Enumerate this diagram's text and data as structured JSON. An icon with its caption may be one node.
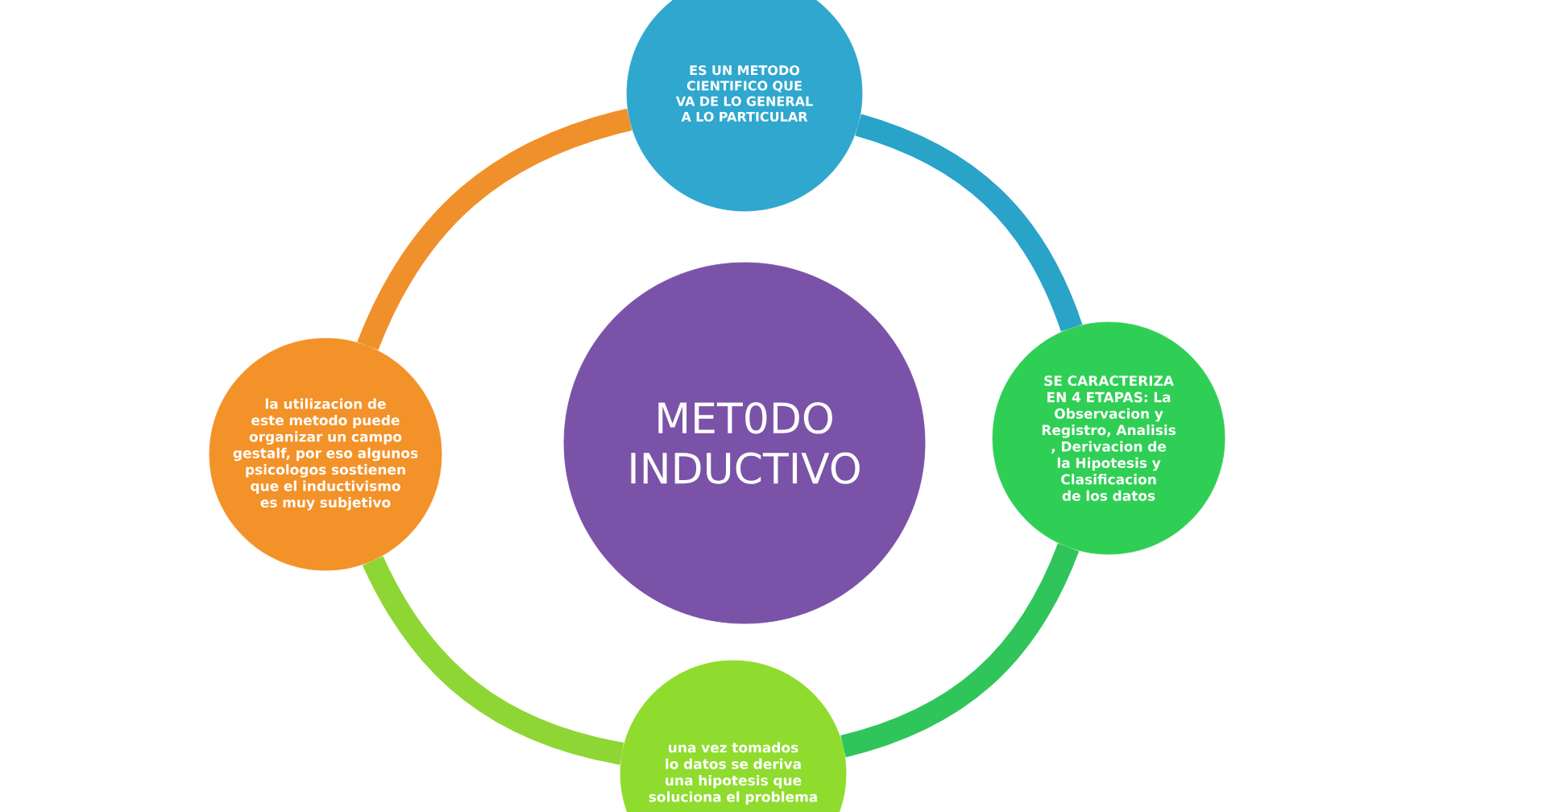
{
  "diagram": {
    "nodes": [
      {
        "text": [
          "ES UN METODO CIENTIFICO QUE VA DE LO GENERAL A LO PARTICULAR"
        ]
      },
      {
        "text": [
          "la utilizacion de este metodo puede organizar un campo gestalf, por eso algunos psicologos sostienen que el inductivismo es muy subjetivo"
        ]
      },
      {
        "text": [
          "MET0DO INDUCTIVO"
        ]
      },
      {
        "text": [
          "SE CARACTERIZA EN 4 ETAPAS: La Observacion y Registro, Analisis , Derivacion de la Hipotesis y Clasificacion de los datos"
        ]
      },
      {
        "text": [
          "una vez tomados lo datos se deriva una hipotesis que soluciona el problema"
        ]
      }
    ],
    "edges": [
      {
        "from": 0,
        "to": 3,
        "arrow": "none",
        "color": "#2aa3c8"
      },
      {
        "from": 3,
        "to": 4,
        "arrow": "none",
        "color": "#2fc55a"
      },
      {
        "from": 4,
        "to": 1,
        "arrow": "none",
        "color": "#8ed634"
      },
      {
        "from": 1,
        "to": 0,
        "arrow": "none",
        "color": "#f0902a"
      }
    ]
  }
}
